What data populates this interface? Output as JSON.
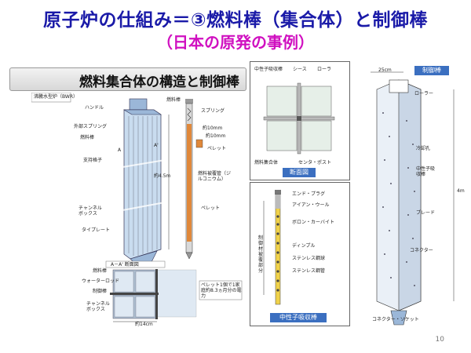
{
  "slide": {
    "title": "原子炉の仕組み＝③燃料棒（集合体）と制御棒",
    "subtitle": "（日本の原発の事例）",
    "page_number": "10"
  },
  "left_figure": {
    "banner": "燃料集合体の構造と制御棒",
    "caption": "沸騰水型炉（BWR）",
    "labels": {
      "handle": "ハンドル",
      "spring_outer": "外部スプリング",
      "fuel_rod": "燃料棒",
      "a_mark_left": "A",
      "a_mark_right": "A'",
      "spacer": "支持格子",
      "length": "約4.5m",
      "channel_box": "チャンネルボックス",
      "tie_plate": "タイプレート",
      "fuel_rod2": "燃料棒",
      "water_rod": "ウォーターロッド",
      "control_rod": "制御棒",
      "channel_box2": "チャンネルボックス",
      "width": "約14cm",
      "section": "A－A' 断面図",
      "rod_top": "燃料棒",
      "spring": "スプリング",
      "dia": "約10mm",
      "height": "約10mm",
      "pellet": "ペレット",
      "cladding": "燃料被覆管（ジルコニウム）",
      "pellet2": "ペレット",
      "note": "ペレット1個で1家庭約8.3ヵ月分の電力"
    }
  },
  "right_top": {
    "labels": {
      "neutron_absorber": "中性子吸収棒",
      "sheath": "シース",
      "roller": "ローラ",
      "fuel_assembly": "燃料集合体",
      "center_post": "センタ・ポスト"
    },
    "tag": "断面図"
  },
  "right_bottom": {
    "labels": {
      "end_plug": "エンド・プラグ",
      "iron_wool": "アイアン・ウール",
      "boron_carbide": "ボロン・カーバイト",
      "dimple": "ディンプル",
      "ss_tube": "ステンレス鋼球",
      "ss_pipe": "ステンレス鋼管",
      "vertical": "制御材被覆部分"
    },
    "tag": "中性子吸収棒"
  },
  "control_rod_fig": {
    "tag": "制御棒",
    "width": "25cm",
    "height": "4m",
    "labels": {
      "roller": "ローラー",
      "cooling_hole": "冷却孔",
      "neutron_absorber": "中性子吸収棒",
      "blade": "ブレード",
      "connector": "コネクター",
      "socket": "コネクター・ソケット"
    }
  },
  "colors": {
    "title": "#1a1aa8",
    "subtitle": "#d010c0",
    "tag_blue": "#3b6fc0",
    "assembly_blue": "#c9dcef",
    "pellet_orange": "#e0883a"
  }
}
